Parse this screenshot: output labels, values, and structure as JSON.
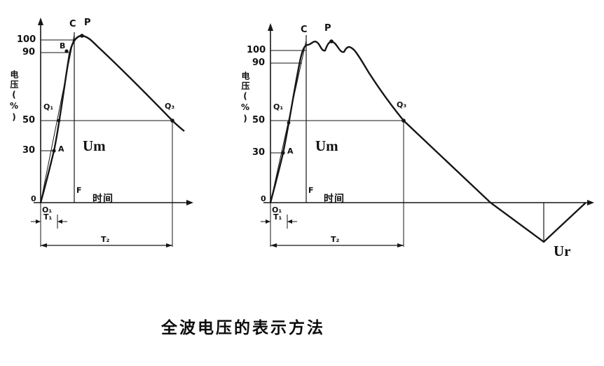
{
  "figure": {
    "caption": "全波电压的表示方法",
    "left": {
      "ylabel": "电压(%)",
      "xlabel": "时间",
      "tick100": "100",
      "tick90": "90",
      "tick50": "50",
      "tick30": "30",
      "tick0": "0",
      "c": "C",
      "p": "P",
      "b": "B",
      "q1": "Q₁",
      "q3": "Q₃",
      "a": "A",
      "f": "F",
      "o1": "O₁",
      "um": "Um",
      "t1": "T₁",
      "t2": "T₂"
    },
    "right": {
      "ylabel": "电压(%)",
      "xlabel": "时间",
      "tick100": "100",
      "tick90": "90",
      "tick50": "50",
      "tick30": "30",
      "tick0": "0",
      "c": "C",
      "p": "P",
      "q1": "Q₁",
      "q3": "Q₃",
      "a": "A",
      "f": "F",
      "o1": "O₁",
      "um": "Um",
      "t1": "T₁",
      "t2": "T₂",
      "ur": "Ur"
    }
  }
}
